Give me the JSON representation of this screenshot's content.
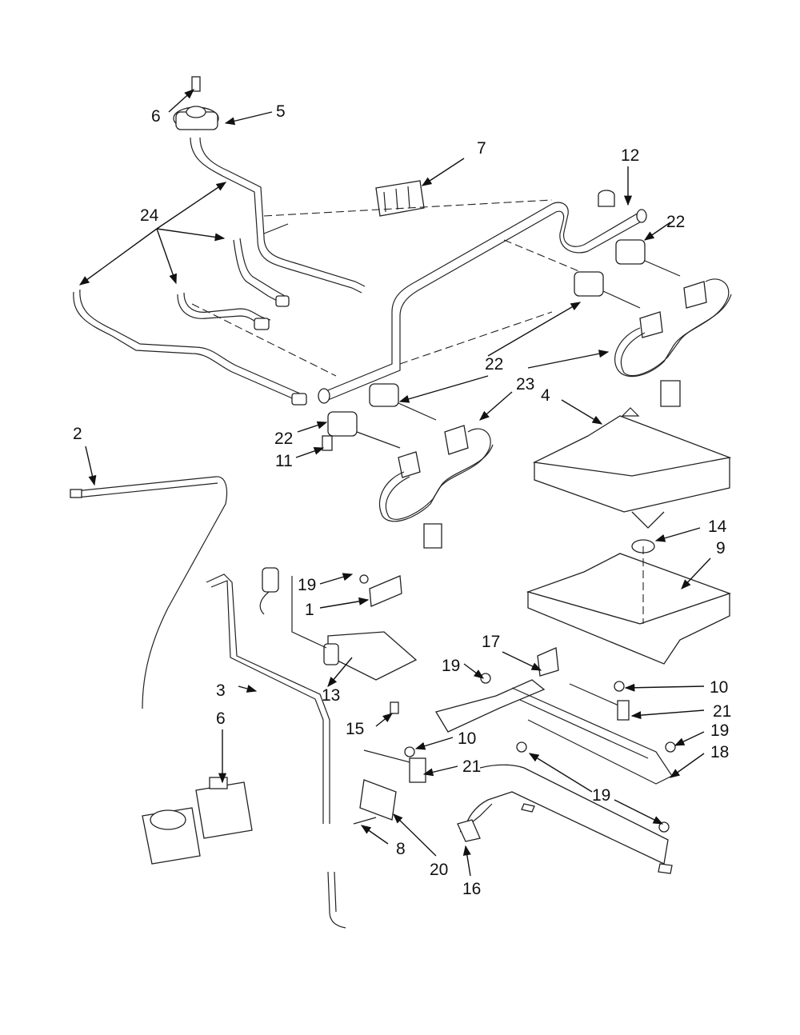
{
  "callouts": {
    "c1": "1",
    "c2": "2",
    "c3": "3",
    "c4": "4",
    "c5": "5",
    "c6a": "6",
    "c6b": "6",
    "c7": "7",
    "c8": "8",
    "c9": "9",
    "c10a": "10",
    "c10b": "10",
    "c11": "11",
    "c12": "12",
    "c13": "13",
    "c14": "14",
    "c15": "15",
    "c16": "16",
    "c17": "17",
    "c18": "18",
    "c19a": "19",
    "c19b": "19",
    "c19c": "19",
    "c19d": "19",
    "c20": "20",
    "c21a": "21",
    "c21b": "21",
    "c22a": "22",
    "c22b": "22",
    "c22c": "22",
    "c23": "23",
    "c24": "24"
  },
  "colors": {
    "ink": "#222222",
    "background": "#ffffff"
  }
}
